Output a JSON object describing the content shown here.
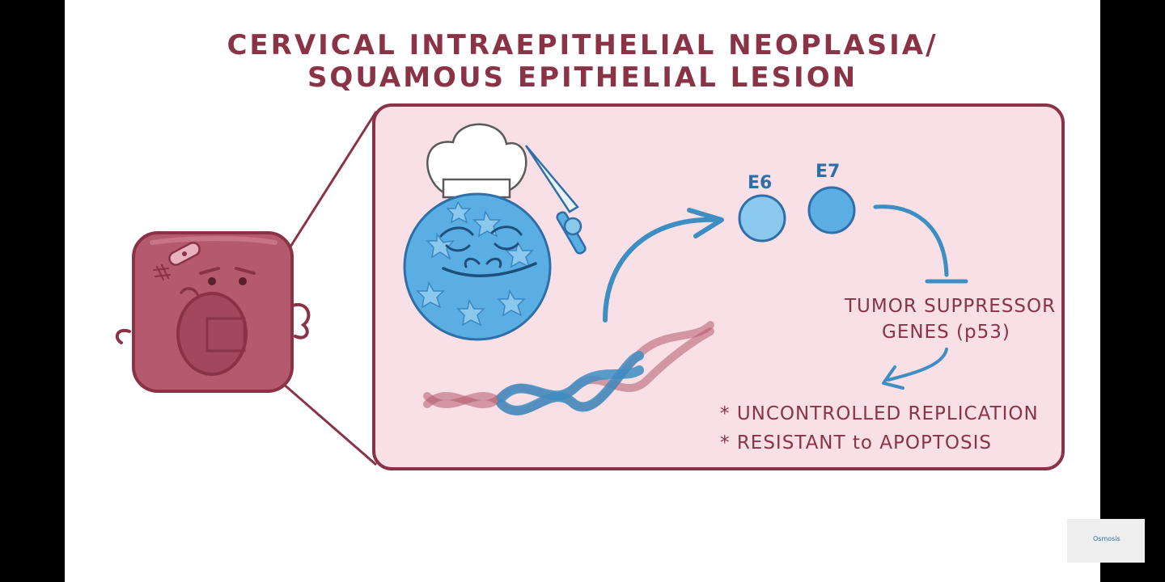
{
  "title": {
    "line1": "CERVICAL INTRAEPITHELIAL NEOPLASIA/",
    "line2": "SQUAMOUS EPITHELIAL LESION"
  },
  "proteins": {
    "e6": "E6",
    "e7": "E7"
  },
  "target": {
    "line1": "TUMOR SUPPRESSOR",
    "line2": "GENES (p53)"
  },
  "effects": [
    "UNCONTROLLED REPLICATION",
    "RESISTANT to APOPTOSIS"
  ],
  "bullet_symbol": "*",
  "logo": {
    "text": "Osmosis"
  },
  "colors": {
    "maroon": "#8a3346",
    "cell_fill": "#b45a6c",
    "panel_fill": "#f8e0e6",
    "virus_blue": "#5aaee4",
    "arrow_blue": "#3d8ec2"
  }
}
